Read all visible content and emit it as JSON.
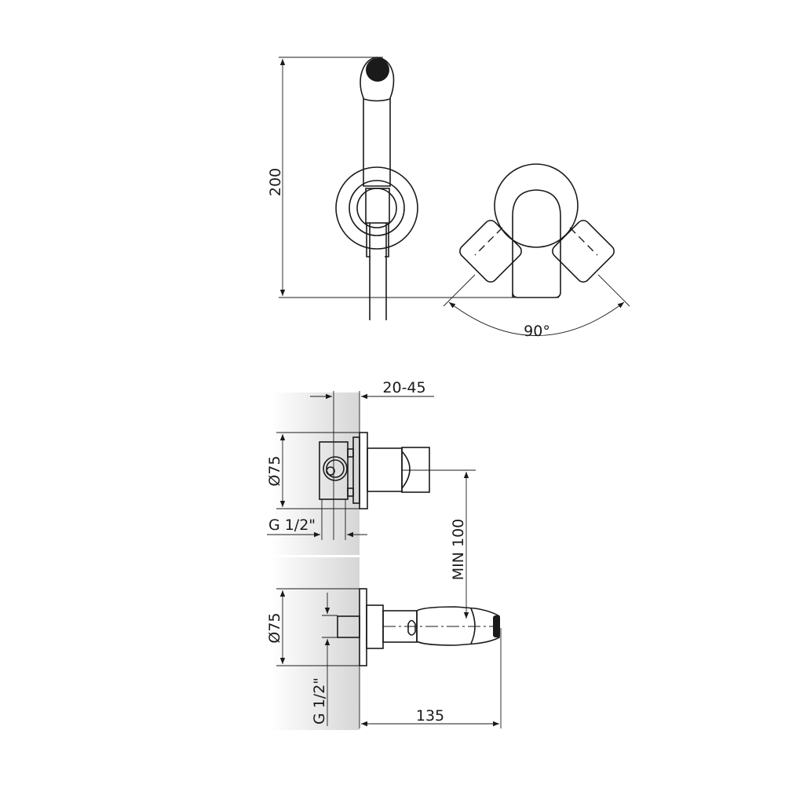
{
  "front_view": {
    "height_dimension": "200",
    "rotation_angle": "90°"
  },
  "installation_view": {
    "wall_depth": "20-45",
    "plate_diameter_top": "Ø75",
    "inlet_thread_top": "G 1/2\"",
    "min_distance": "MIN 100",
    "plate_diameter_bottom": "Ø75",
    "inlet_thread_bottom": "G 1/2\"",
    "projection_length": "135"
  },
  "colors": {
    "line": "#1a1a1a",
    "wall": "#d8d8d8"
  }
}
